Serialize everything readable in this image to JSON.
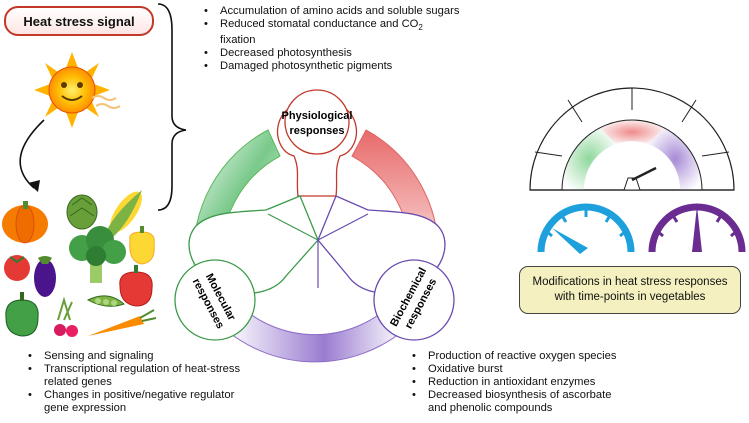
{
  "signal": {
    "label": "Heat stress signal"
  },
  "physiological": {
    "label_line1": "Physiological",
    "label_line2": "responses",
    "items": [
      "Accumulation of amino acids and soluble sugars",
      "Reduced stomatal conductance and CO",
      "fixation",
      "Decreased photosynthesis",
      "Damaged photosynthetic pigments"
    ],
    "co2_subscript": "2"
  },
  "molecular": {
    "label_line1": "Molecular",
    "label_line2": "responses",
    "items": [
      "Sensing and signaling",
      "Transcriptional regulation of heat-stress",
      "related genes",
      "Changes in positive/negative regulator",
      "gene expression"
    ]
  },
  "biochemical": {
    "label_line1": "Biochemical",
    "label_line2": "responses",
    "items": [
      "Production of reactive oxygen species",
      "Oxidative burst",
      "Reduction in antioxidant enzymes",
      "Decreased biosynthesis of ascorbate",
      "and phenolic compounds"
    ]
  },
  "caption": {
    "line1": "Modifications in heat stress responses",
    "line2": "with time-points in vegetables"
  },
  "colors": {
    "physiological": "#e05a5a",
    "molecular": "#4caf50",
    "biochemical": "#7e57c2",
    "gauge_blue": "#1ea0dc",
    "gauge_purple": "#6a2c91",
    "signal_border": "#c0392b"
  },
  "icons": [
    "sun-icon",
    "pumpkin-icon",
    "artichoke-icon",
    "corn-icon",
    "broccoli-icon",
    "pepper-icon",
    "tomato-icon",
    "eggplant-icon",
    "radish-icon",
    "peas-icon",
    "carrot-icon",
    "gauge-icon",
    "speedometer-icon"
  ]
}
